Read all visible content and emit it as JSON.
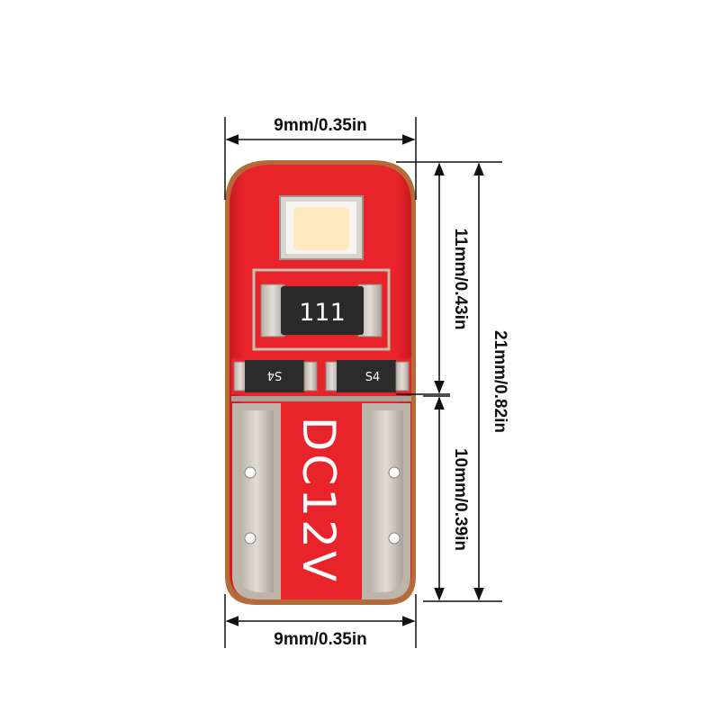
{
  "dimensions": {
    "top_width": "9mm/0.35in",
    "bottom_width": "9mm/0.35in",
    "upper_height": "11mm/0.43in",
    "lower_height": "10mm/0.39in",
    "total_height": "21mm/0.82in"
  },
  "board": {
    "resistor_code": "111",
    "diode_left_code": "S4",
    "diode_right_code": "S4",
    "voltage_label": "DC12V",
    "pcb_color": "#e8232a",
    "led_color": "#ffe9bf"
  }
}
